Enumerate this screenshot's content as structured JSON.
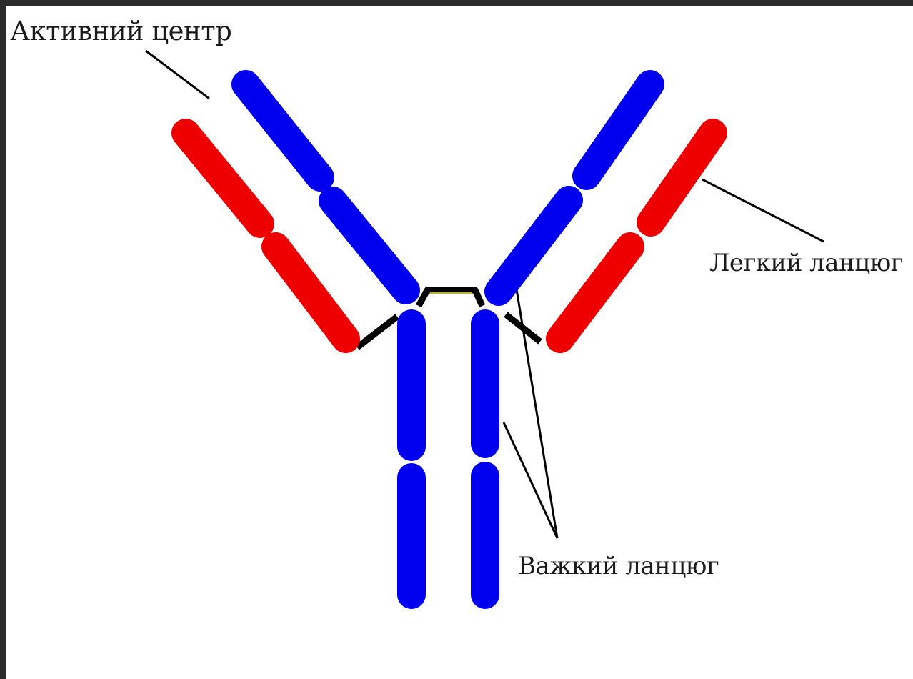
{
  "labels": {
    "active_center": "Активний центр",
    "light_chain": "Легкий ланцюг",
    "heavy_chain": "Важкий ланцюг"
  },
  "colors": {
    "heavy_chain": "#0000ee",
    "light_chain": "#ee0000",
    "bond": "#000000",
    "hinge_fill": "#c8b400"
  }
}
